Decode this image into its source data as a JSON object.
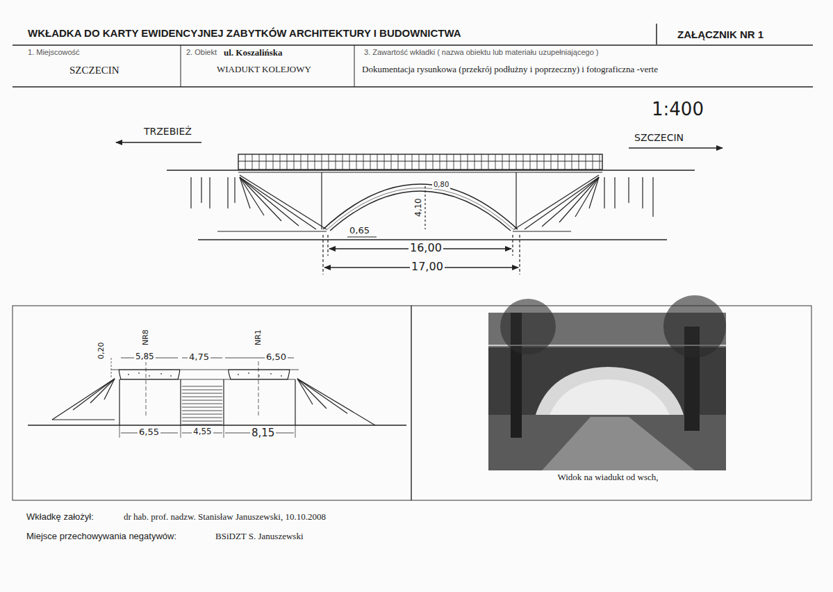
{
  "diagram": {
    "title": "WKŁADKA DO KARTY EWIDENCYJNEJ ZABYTKÓW ARCHITEKTURY I BUDOWNICTWA",
    "caption": "Widok na wiadukt od wsch,",
    "nodes": [
      {
        "text": [
          "1. Miejscowość",
          "SZCZECIN"
        ]
      },
      {
        "text": [
          "2. Obiekt",
          "ul. Koszalińska",
          "WIADUKT KOLEJOWY"
        ]
      },
      {
        "text": [
          "3. Zawartość wkładki ( nazwa obiektu lub materiału uzupełniającego )",
          "Dokumentacja rysunkowa (przekrój podłużny i poprzeczny) i fotograficzna -verte"
        ]
      }
    ],
    "labels": [
      "ZAŁĄCZNIK NR 1",
      "1:400",
      "TRZEBIEŻ",
      "SZCZECIN",
      "0,80",
      "4,10",
      "0,65",
      "16,00",
      "17,00",
      "0,20",
      "NR8",
      "5,85",
      "4,75",
      "NR1",
      "6,50",
      "6,55",
      "4,55",
      "8,15",
      "Wkładkę założył:",
      "dr hab. prof. nadzw. Stanisław Januszewski, 10.10.2008",
      "Miejsce przechowywania negatywów:",
      "BSiDZT S. Januszewski"
    ]
  }
}
